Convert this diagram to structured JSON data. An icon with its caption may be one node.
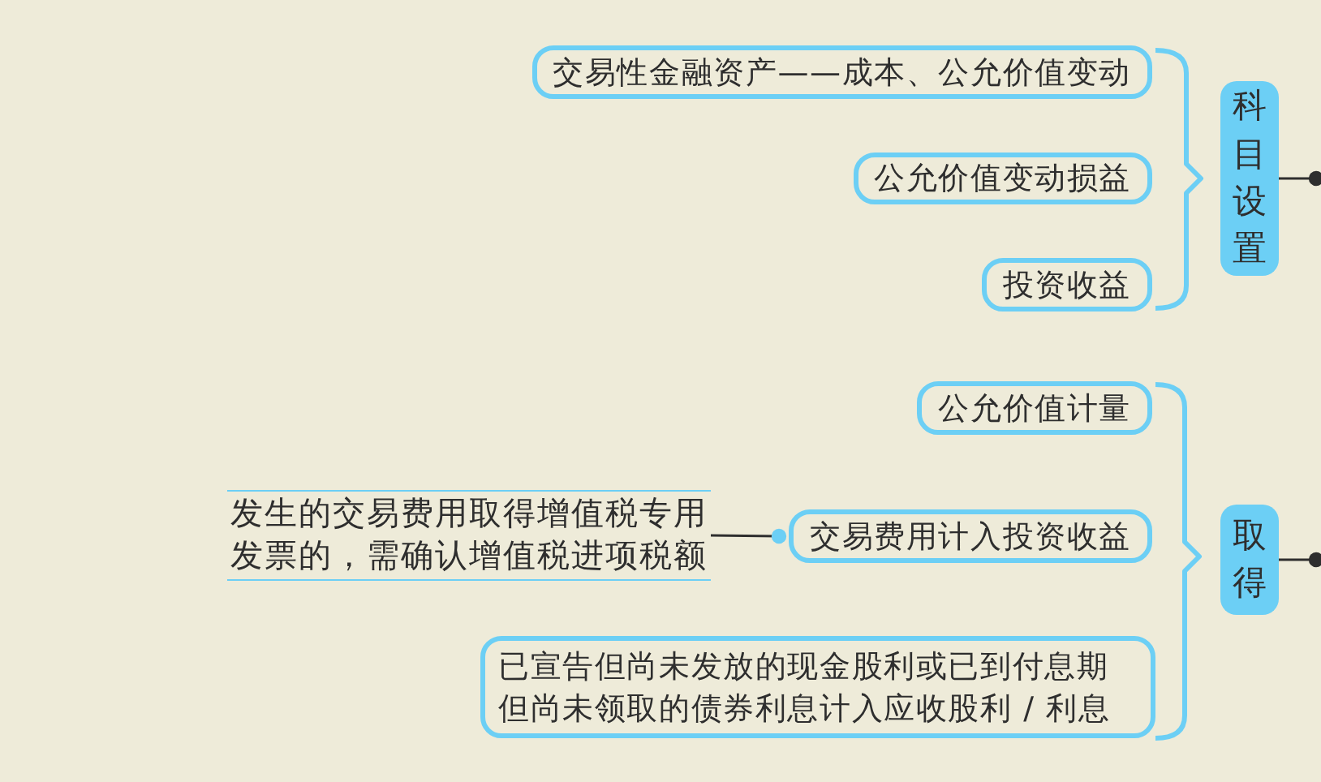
{
  "diagram": {
    "nodes": [
      {
        "text": [
          "科目设置"
        ]
      },
      {
        "text": [
          "交易性金融资产——成本、公允价值变动"
        ]
      },
      {
        "text": [
          "公允价值变动损益"
        ]
      },
      {
        "text": [
          "投资收益"
        ]
      },
      {
        "text": [
          "取得"
        ]
      },
      {
        "text": [
          "公允价值计量"
        ]
      },
      {
        "text": [
          "交易费用计入投资收益"
        ]
      },
      {
        "text": [
          "已宣告但尚未发放的现金股利或已到付息期但尚未领取的债券利息计入应收股利 / 利息"
        ]
      },
      {
        "text": [
          "发生的交易费用取得增值税专用发票的，需确认增值税进项税额"
        ]
      }
    ],
    "edges": [
      {
        "from": 0,
        "to": null,
        "arrow": "other"
      },
      {
        "from": 4,
        "to": null,
        "arrow": "other"
      },
      {
        "from": 8,
        "to": 6,
        "arrow": "other"
      }
    ]
  }
}
